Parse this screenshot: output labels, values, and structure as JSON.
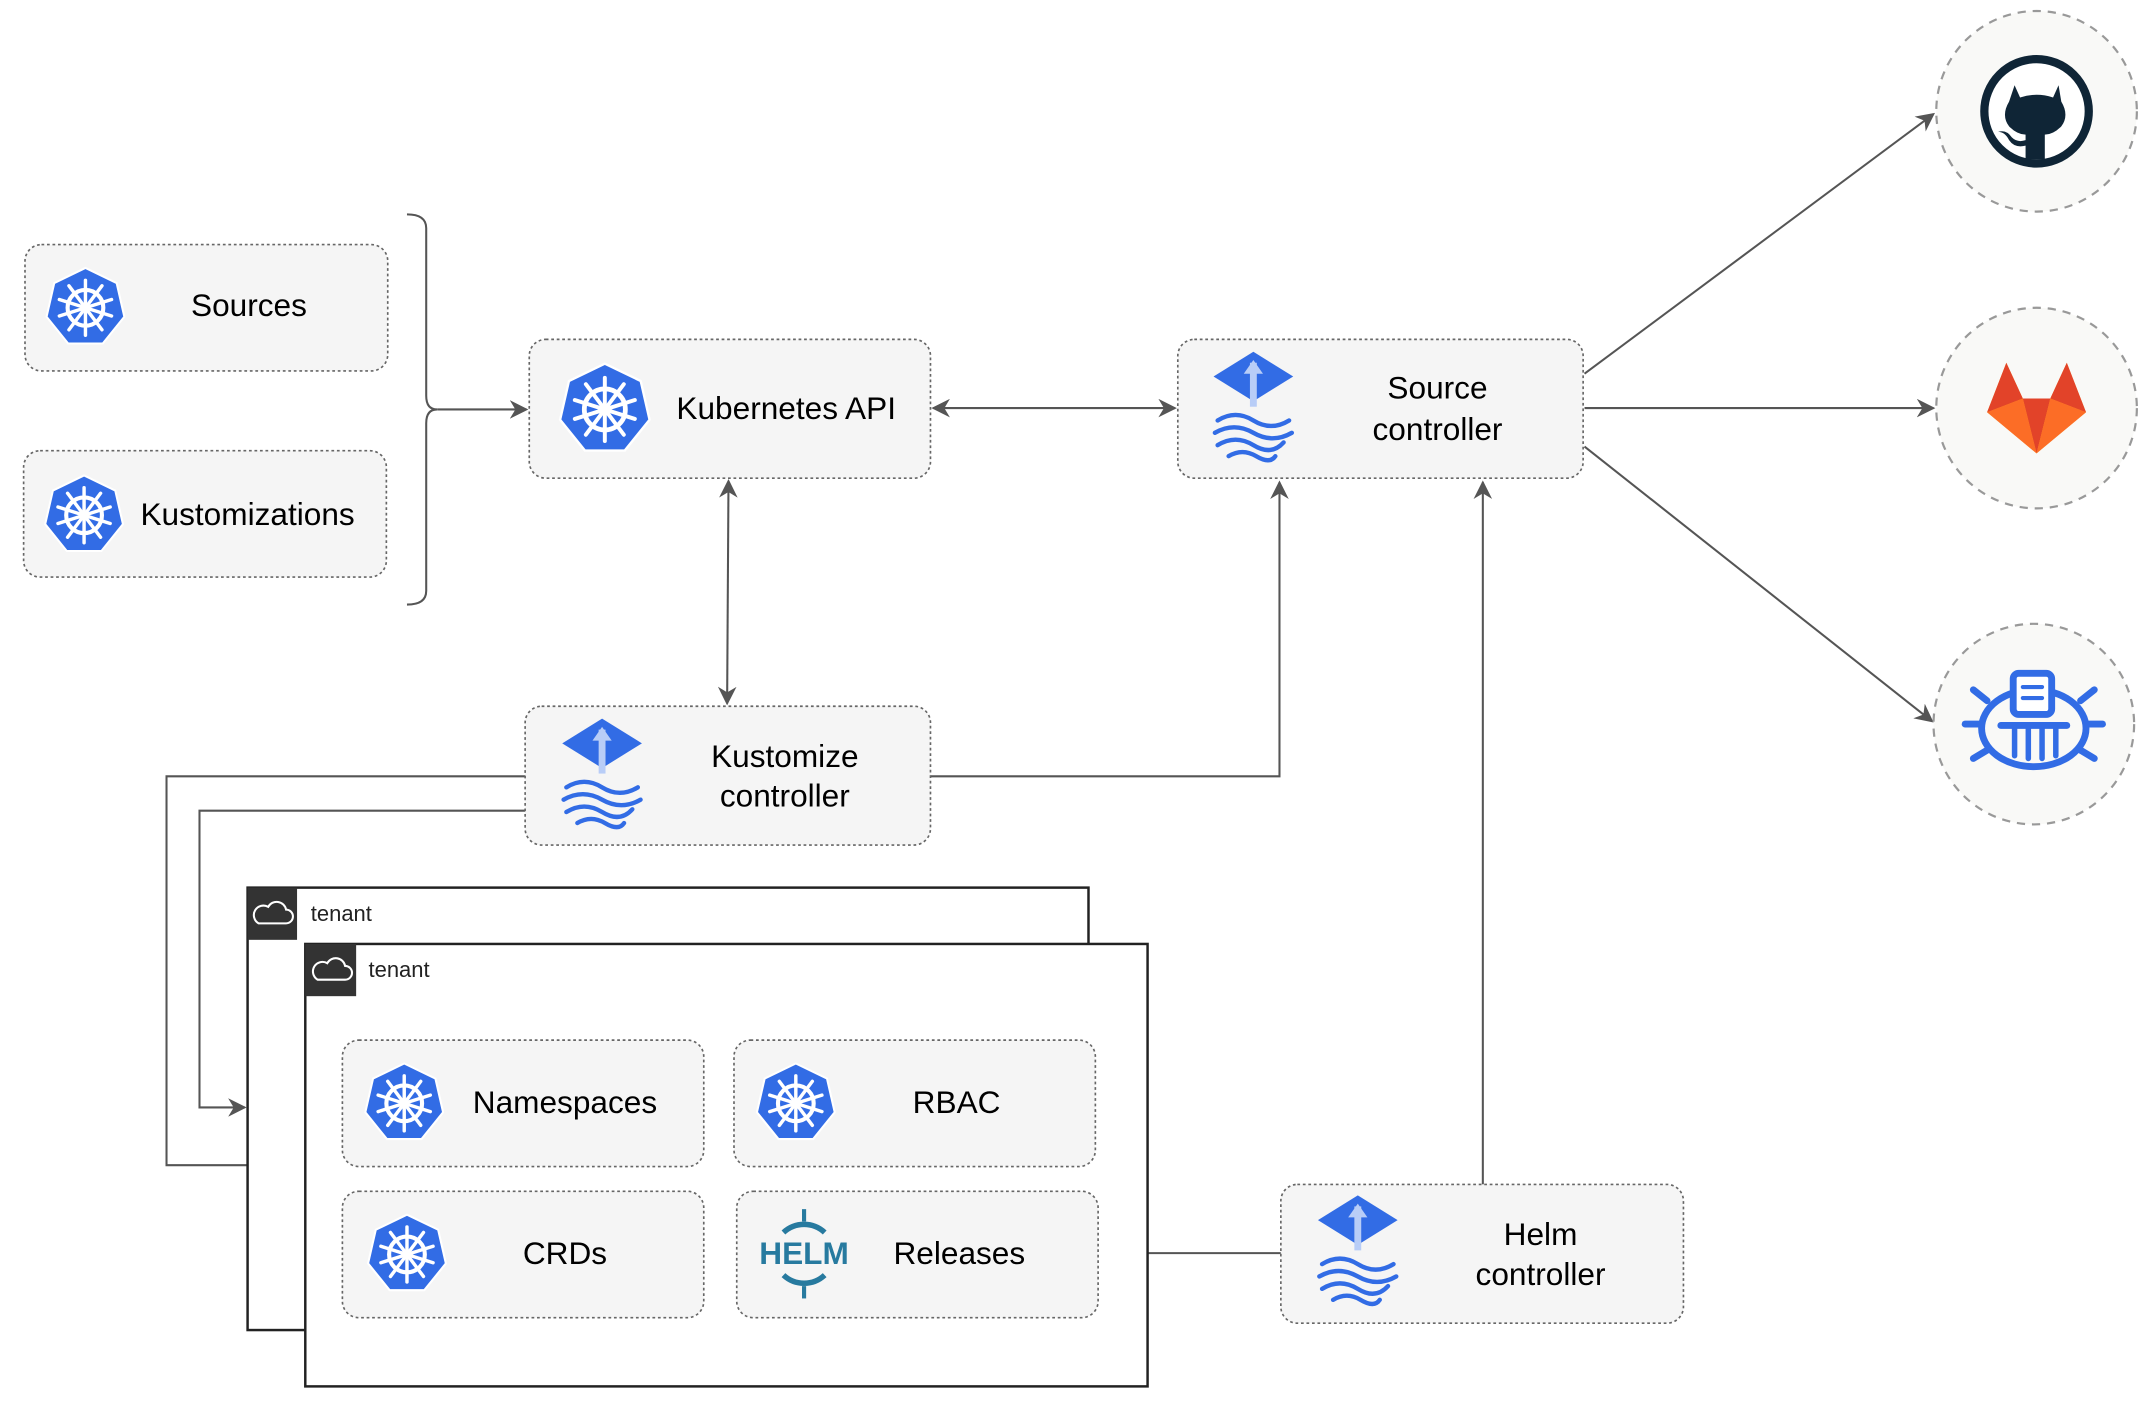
{
  "nodes": {
    "sources": "Sources",
    "kustomizations": "Kustomizations",
    "kubernetes_api": "Kubernetes API",
    "source_controller": [
      "Source",
      "controller"
    ],
    "kustomize_controller": [
      "Kustomize",
      "controller"
    ],
    "helm_controller": [
      "Helm",
      "controller"
    ],
    "namespaces": "Namespaces",
    "rbac": "RBAC",
    "crds": "CRDs",
    "releases": "Releases"
  },
  "tenants": [
    "tenant",
    "tenant"
  ],
  "icons": {
    "k8s": "kubernetes-icon",
    "flux": "flux-icon",
    "helm": "helm-icon",
    "helm_text": "HELM",
    "github": "github-icon",
    "gitlab": "gitlab-icon",
    "bucket": "bucket-icon"
  },
  "colors": {
    "k8s_blue": "#326CE5",
    "helm_blue": "#277A9F",
    "github": "#0F2536",
    "gitlab_red": "#E24329",
    "gitlab_orange": "#FCA326"
  }
}
